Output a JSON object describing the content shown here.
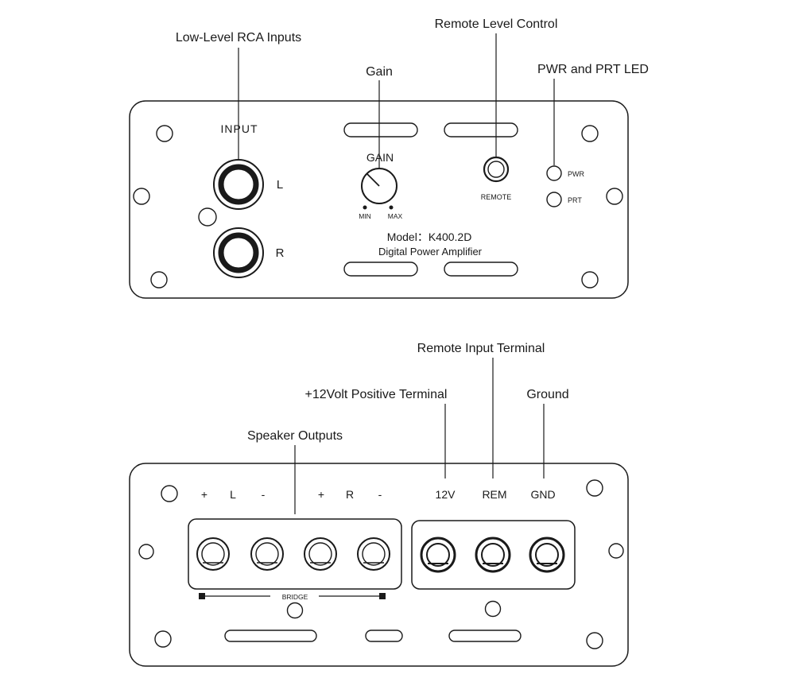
{
  "colors": {
    "ink": "#1a1a1a",
    "background": "#ffffff"
  },
  "callouts": {
    "rca_inputs": "Low-Level RCA Inputs",
    "gain": "Gain",
    "remote_level_control": "Remote Level Control",
    "pwr_prt_led": "PWR and PRT LED",
    "remote_input_terminal": "Remote Input Terminal",
    "positive_terminal": "+12Volt Positive Terminal",
    "ground": "Ground",
    "speaker_outputs": "Speaker Outputs"
  },
  "top_panel": {
    "input_label": "INPUT",
    "left_jack_label": "L",
    "right_jack_label": "R",
    "gain_label": "GAIN",
    "min_label": "MIN",
    "max_label": "MAX",
    "remote_label": "REMOTE",
    "pwr_label": "PWR",
    "prt_label": "PRT",
    "model_line": "Model：K400.2D",
    "model_subline": "Digital Power Amplifier"
  },
  "bottom_panel": {
    "terminal_labels": [
      "+",
      "L",
      "-",
      "+",
      "R",
      "-",
      "12V",
      "REM",
      "GND"
    ],
    "bridge_label": "BRIDGE"
  }
}
